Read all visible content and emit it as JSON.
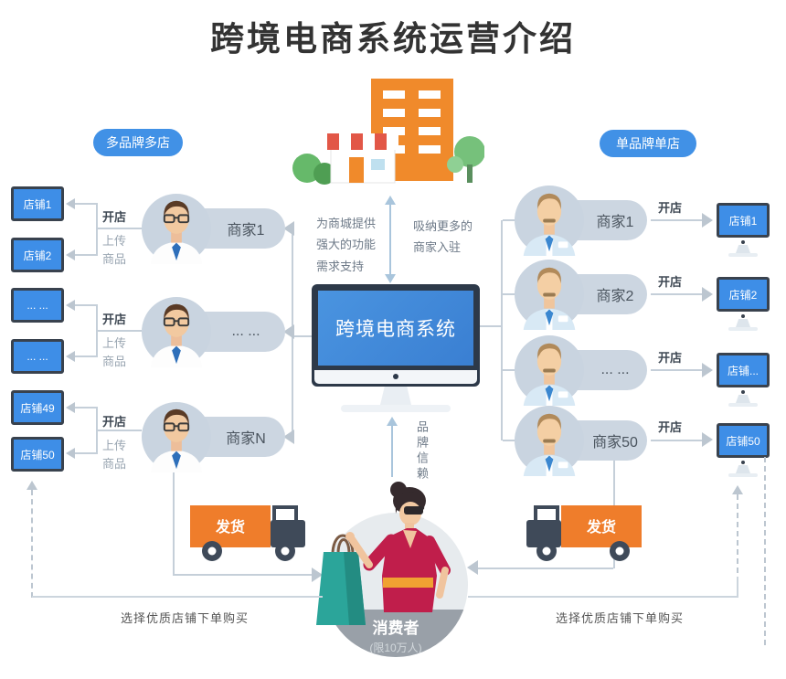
{
  "title": "跨境电商系统运营介绍",
  "left": {
    "badge": "多品牌多店",
    "stores": [
      "店铺1",
      "店铺2",
      "... ...",
      "... ...",
      "店铺49",
      "店铺50"
    ],
    "merchants": [
      "商家1",
      "... ...",
      "商家N"
    ],
    "open": "开店",
    "upload": "上传商品"
  },
  "right": {
    "badge": "单品牌单店",
    "merchants": [
      "商家1",
      "商家2",
      "... ...",
      "商家50"
    ],
    "stores": [
      "店铺1",
      "店铺2",
      "店铺...",
      "店铺50"
    ],
    "open": "开店"
  },
  "center": {
    "system": "跨境电商系统",
    "support": "为商城提供强大的功能需求支持",
    "attract": "吸纳更多的商家入驻",
    "brand_trust": "品牌信赖"
  },
  "bottom": {
    "ship": "发货",
    "consumer": "消费者",
    "limit": "(限10万人)",
    "purchase": "选择优质店铺下单购买"
  },
  "colors": {
    "accent_blue": "#3e8ee7",
    "badge_blue": "#4191e6",
    "monitor_dark": "#2d3949",
    "pill_gray": "#ccd6e1",
    "truck_orange": "#ef7d2b",
    "dress_red": "#c01e4b",
    "bag_teal": "#2ba59a",
    "line_gray": "#bcc6d0"
  }
}
